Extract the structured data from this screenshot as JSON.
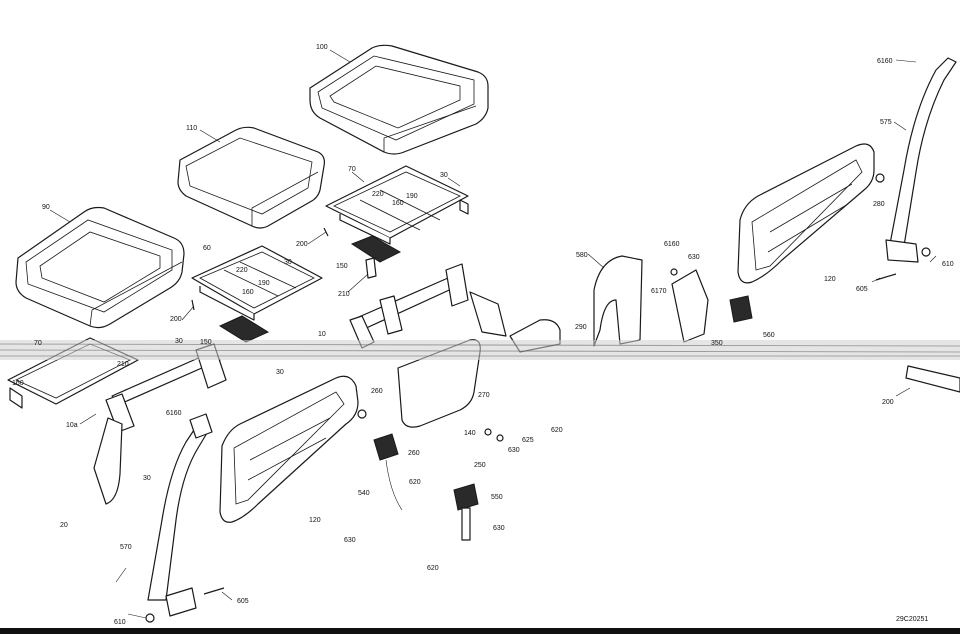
{
  "diagram": {
    "reference_code": "29C20251",
    "callouts": {
      "c100": "100",
      "c110": "110",
      "c90": "90",
      "c70_top": "70",
      "c30_top": "30",
      "c220_top": "220",
      "c190_top": "190",
      "c160_top": "160",
      "c200_top": "200",
      "c150_top": "150",
      "c210_top": "210",
      "c60": "60",
      "c220_mid": "220",
      "c30_mid": "30",
      "c190_mid": "190",
      "c160_mid": "160",
      "c200_mid": "200",
      "c150_mid": "150",
      "c10": "10",
      "c70_left": "70",
      "c30_left": "30",
      "c160_left": "160",
      "c210_left": "210",
      "c30_low": "30",
      "c10a": "10a",
      "c6160_left": "6160",
      "c30_bracket": "30",
      "c20": "20",
      "c570": "570",
      "c605_left": "605",
      "c610_left": "610",
      "c260": "260",
      "c120_left": "120",
      "c140": "140",
      "c270": "270",
      "c290": "290",
      "c260_b": "260",
      "c250": "250",
      "c630_a": "630",
      "c625": "625",
      "c620_a": "620",
      "c540": "540",
      "c620_b": "620",
      "c550": "550",
      "c630_b": "630",
      "c630_c": "630",
      "c620_c": "620",
      "c580": "580",
      "c6160_mid": "6160",
      "c630_d": "630",
      "c6170": "6170",
      "c350": "350",
      "c560": "560",
      "c120_right": "120",
      "c605_right": "605",
      "c280": "280",
      "c610_right": "610",
      "c575": "575",
      "c6160_right": "6160",
      "c200_right": "200"
    }
  }
}
